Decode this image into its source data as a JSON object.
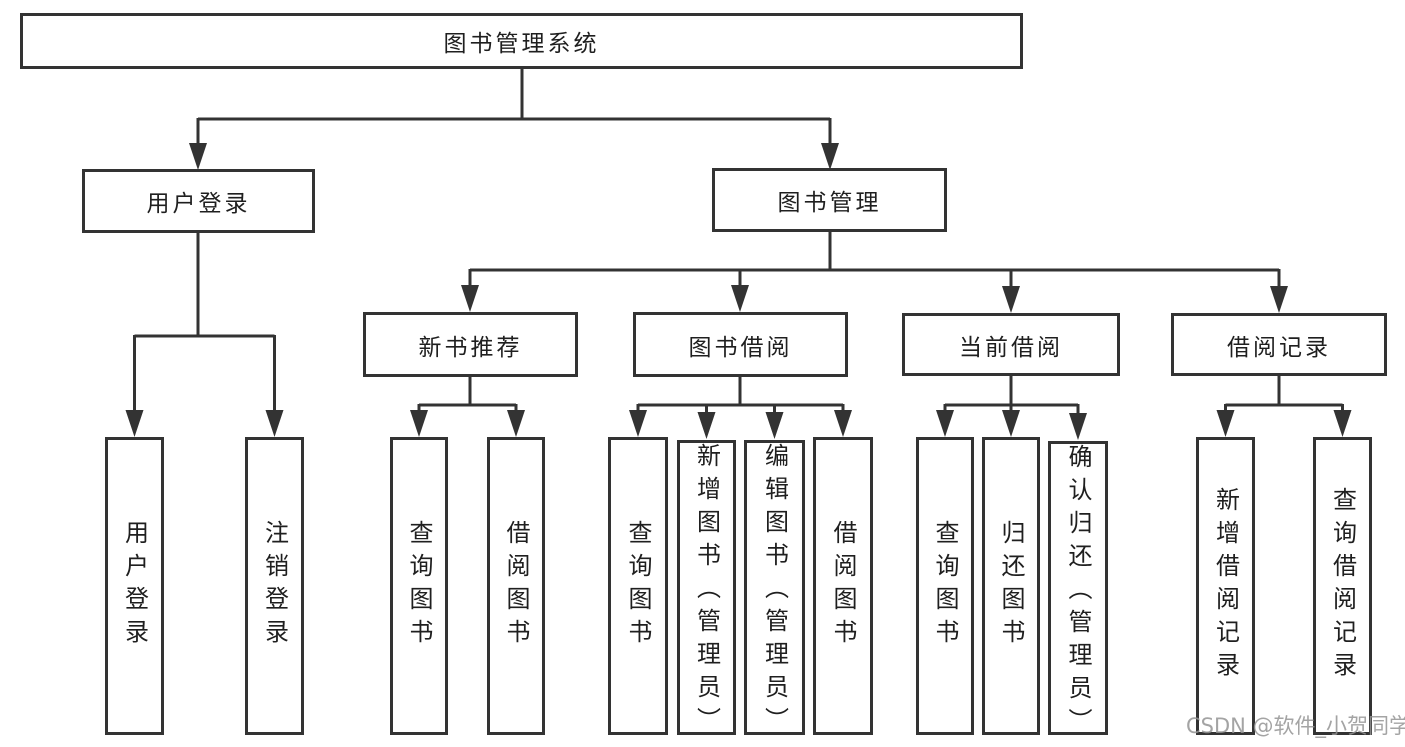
{
  "diagram_type": "hierarchy-tree",
  "watermark": "CSDN @软件_小贺同学",
  "colors": {
    "line": "#333333",
    "box_border": "#333333",
    "box_fill": "#ffffff",
    "text": "#1f1f1f",
    "watermark": "#949494",
    "background": "#ffffff"
  },
  "tree": {
    "label": "图书管理系统",
    "children": [
      {
        "label": "用户登录",
        "children": [
          {
            "label": "用户登录"
          },
          {
            "label": "注销登录"
          }
        ]
      },
      {
        "label": "图书管理",
        "children": [
          {
            "label": "新书推荐",
            "children": [
              {
                "label": "查询图书"
              },
              {
                "label": "借阅图书"
              }
            ]
          },
          {
            "label": "图书借阅",
            "children": [
              {
                "label": "查询图书"
              },
              {
                "label": "新增图书（管理员）"
              },
              {
                "label": "编辑图书（管理员）"
              },
              {
                "label": "借阅图书"
              }
            ]
          },
          {
            "label": "当前借阅",
            "children": [
              {
                "label": "查询图书"
              },
              {
                "label": "归还图书"
              },
              {
                "label": "确认归还（管理员）"
              }
            ]
          },
          {
            "label": "借阅记录",
            "children": [
              {
                "label": "新增借阅记录"
              },
              {
                "label": "查询借阅记录"
              }
            ]
          }
        ]
      }
    ]
  }
}
